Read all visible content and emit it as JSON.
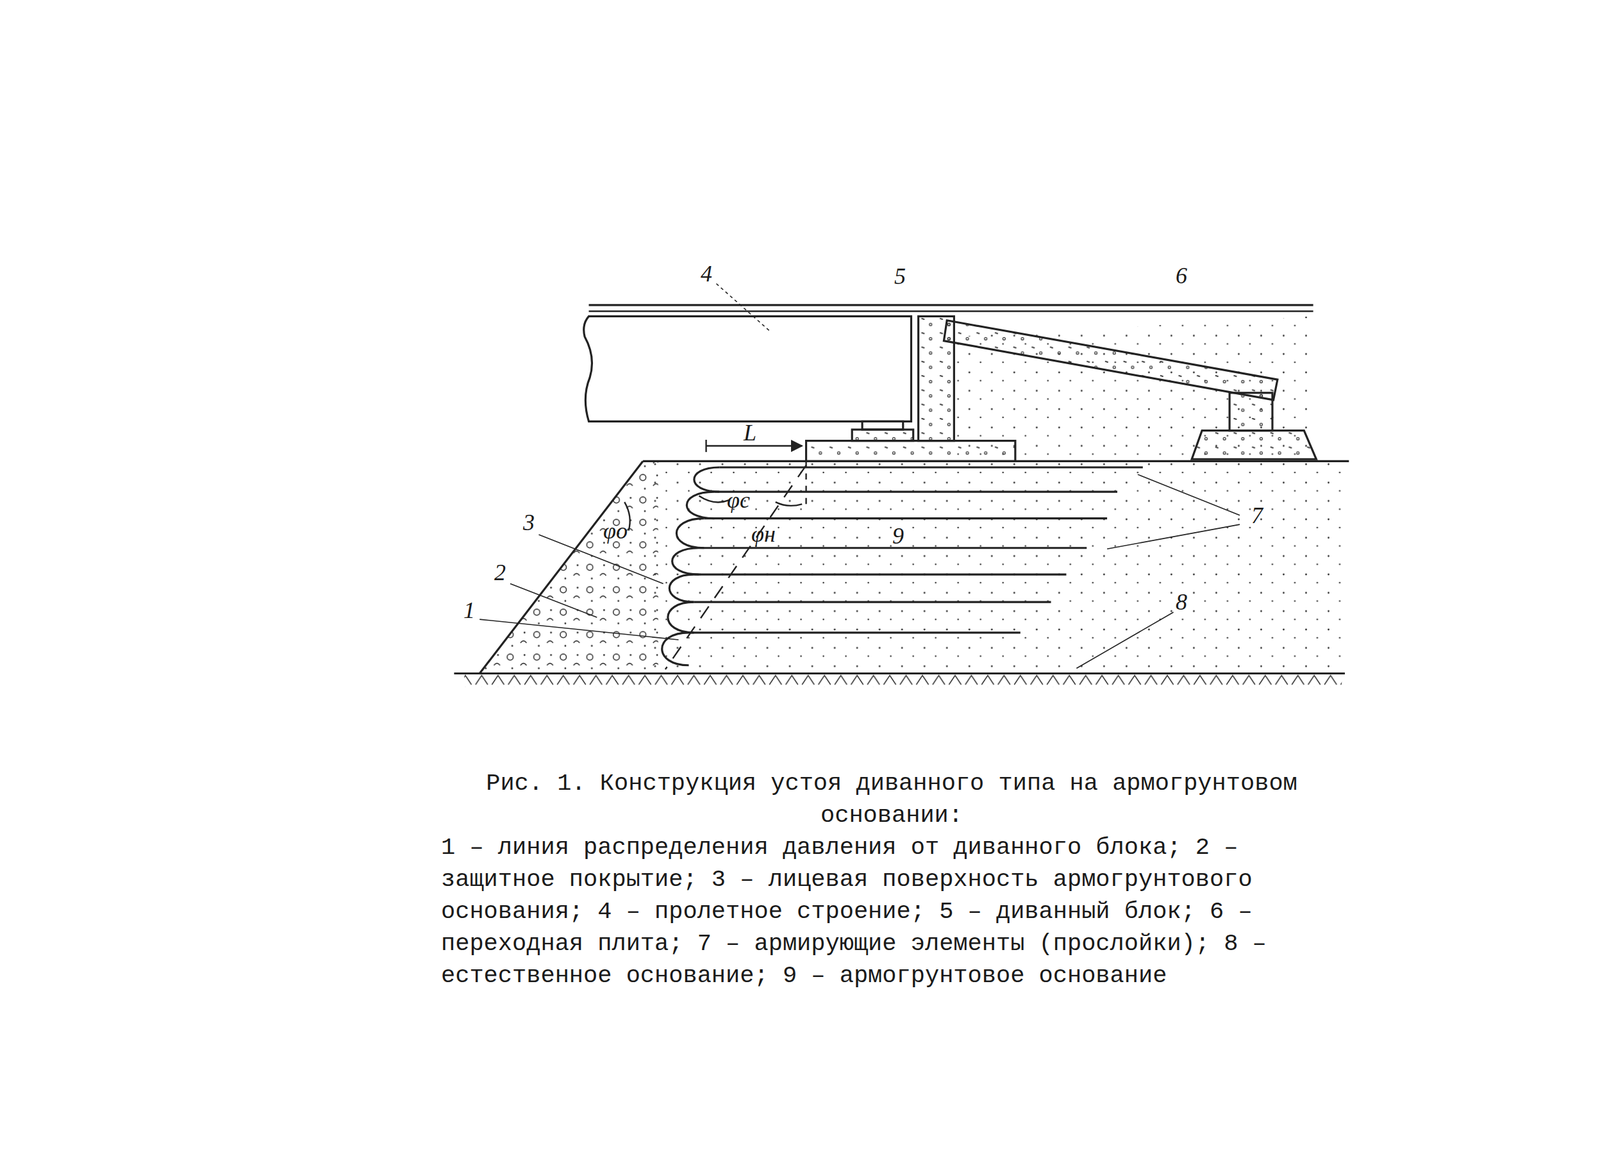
{
  "diagram": {
    "caption": "Рис. 1. Конструкция устоя диванного типа на армогрунтовом основании:",
    "labels": [
      "4",
      "5",
      "6",
      "L",
      "φс",
      "φо",
      "φн",
      "9",
      "7",
      "3",
      "2",
      "1",
      "8",
      "1 – линия распределения давления от диванного блока; 2 – защитное покрытие; 3 – лицевая поверхность армогрунтового основания; 4 – пролетное строение; 5 – диванный блок; 6 – переходная плита; 7 – армирующие элементы (прослойки); 8 – естественное основание; 9 – армогрунтовое основание"
    ]
  }
}
